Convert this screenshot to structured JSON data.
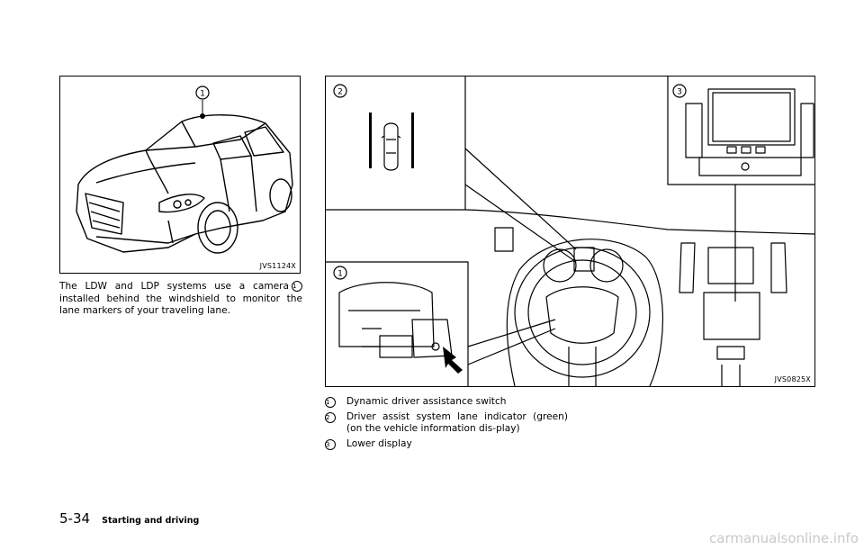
{
  "figures": {
    "left": {
      "code": "JVS1124X",
      "callouts": [
        "1"
      ]
    },
    "right": {
      "code": "JVS0825X",
      "callouts": [
        "2",
        "3",
        "1"
      ]
    }
  },
  "body_text": {
    "before": "The LDW and LDP systems use a camera",
    "callout": "1",
    "after": "installed behind the windshield to monitor the lane markers of your traveling lane."
  },
  "legend": [
    {
      "num": "1",
      "text": "Dynamic driver assistance switch"
    },
    {
      "num": "2",
      "text": "Driver assist system lane indicator (green) (on the vehicle information dis-play)"
    },
    {
      "num": "3",
      "text": "Lower display"
    }
  ],
  "footer": {
    "page_number": "5-34",
    "section": "Starting and driving"
  },
  "watermark": "carmanualsonline.info"
}
